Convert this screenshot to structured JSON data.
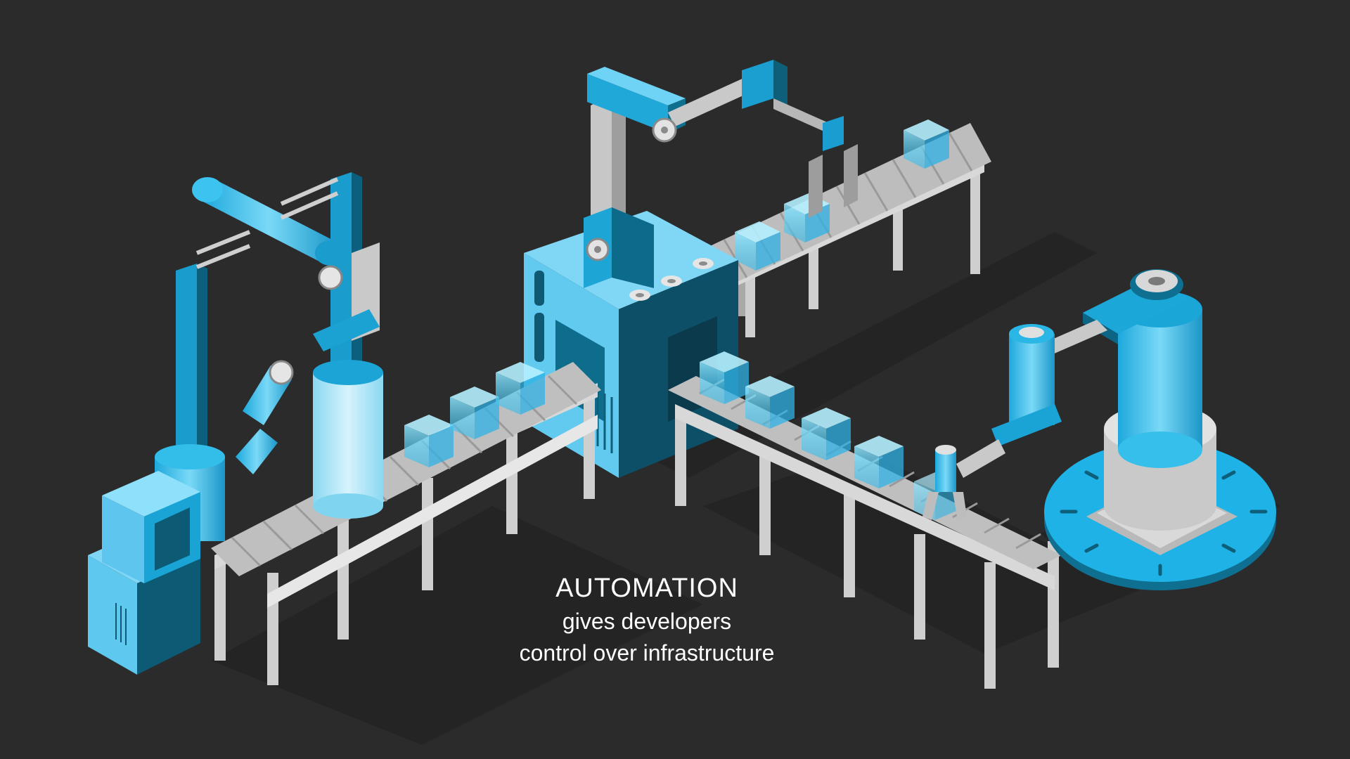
{
  "caption": {
    "headline": "AUTOMATION",
    "line1": "gives developers",
    "line2": "control over infrastructure"
  },
  "colors": {
    "background": "#2b2b2b",
    "accent_blue": "#1fb6e8",
    "light_blue": "#7fdcf8",
    "dark_teal": "#0d5f7a",
    "steel_gray": "#c9c9c9",
    "shadow": "#232323",
    "text": "#ffffff"
  },
  "icons": [
    "robot-arm-icon",
    "conveyor-belt-icon",
    "control-cabinet-icon",
    "computer-terminal-icon",
    "gripper-claw-icon",
    "glass-cube-icon",
    "rotary-base-icon"
  ]
}
